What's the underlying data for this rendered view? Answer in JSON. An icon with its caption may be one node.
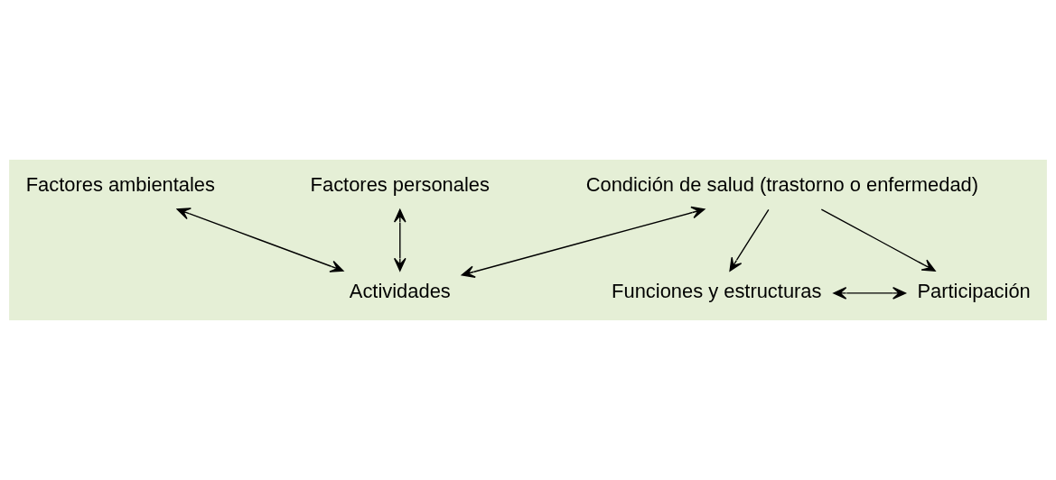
{
  "diagram": {
    "nodes": [
      {
        "text": [
          "Condición de salud (trastorno o enfermedad)"
        ]
      },
      {
        "text": [
          "Actividades"
        ]
      },
      {
        "text": [
          "Funciones y estructuras"
        ]
      },
      {
        "text": [
          "Participación"
        ]
      },
      {
        "text": [
          "Factores ambientales"
        ]
      },
      {
        "text": [
          "Factores personales"
        ]
      }
    ],
    "edges": [
      {
        "from": 0,
        "to": 1,
        "arrow": "both"
      },
      {
        "from": 0,
        "to": 2,
        "arrow": "to"
      },
      {
        "from": 0,
        "to": 3,
        "arrow": "to"
      },
      {
        "from": 2,
        "to": 3,
        "arrow": "both"
      },
      {
        "from": 4,
        "to": 1,
        "arrow": "both"
      },
      {
        "from": 5,
        "to": 1,
        "arrow": "both"
      }
    ]
  }
}
